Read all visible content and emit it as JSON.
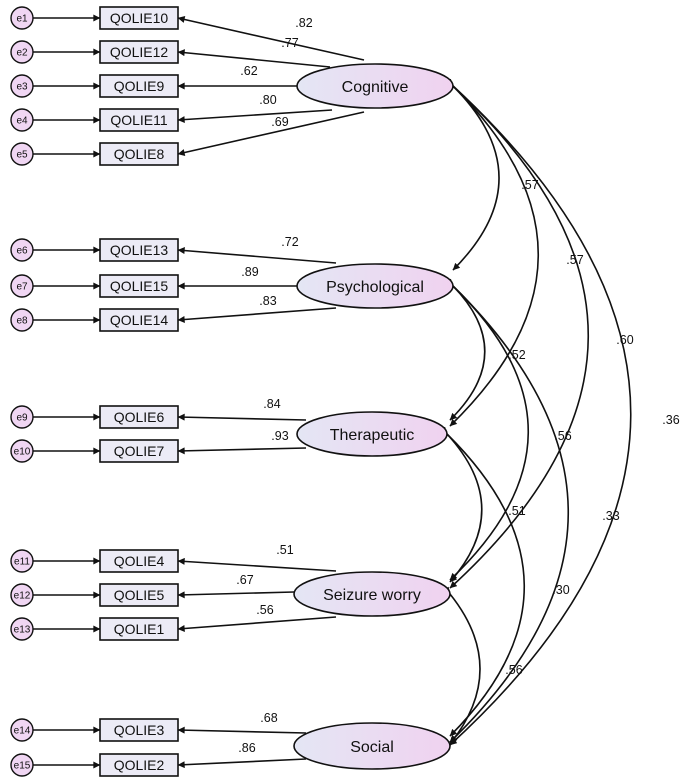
{
  "colors": {
    "error_fill": "#f0d6f3",
    "box_fill": "#ecebf6",
    "factor_fill_start": "#e4e6f4",
    "factor_fill_end": "#f0d2f0",
    "stroke": "#111111"
  },
  "errors": [
    "e1",
    "e2",
    "e3",
    "e4",
    "e5",
    "e6",
    "e7",
    "e8",
    "e9",
    "e10",
    "e11",
    "e12",
    "e13",
    "e14",
    "e15"
  ],
  "indicators": [
    "QOLIE10",
    "QOLIE12",
    "QOLIE9",
    "QOLIE11",
    "QOLIE8",
    "QOLIE13",
    "QOLIE15",
    "QOLIE14",
    "QOLIE6",
    "QOLIE7",
    "QOLIE4",
    "QOLIE5",
    "QOLIE1",
    "QOLIE3",
    "QOLIE2"
  ],
  "factors": [
    {
      "name": "Cognitive",
      "loadings": [
        {
          "indicator": "QOLIE10",
          "value": ".82"
        },
        {
          "indicator": "QOLIE12",
          "value": ".77"
        },
        {
          "indicator": "QOLIE9",
          "value": ".62"
        },
        {
          "indicator": "QOLIE11",
          "value": ".80"
        },
        {
          "indicator": "QOLIE8",
          "value": ".69"
        }
      ]
    },
    {
      "name": "Psychological",
      "loadings": [
        {
          "indicator": "QOLIE13",
          "value": ".72"
        },
        {
          "indicator": "QOLIE15",
          "value": ".89"
        },
        {
          "indicator": "QOLIE14",
          "value": ".83"
        }
      ]
    },
    {
      "name": "Therapeutic",
      "loadings": [
        {
          "indicator": "QOLIE6",
          "value": ".84"
        },
        {
          "indicator": "QOLIE7",
          "value": ".93"
        }
      ]
    },
    {
      "name": "Seizure worry",
      "loadings": [
        {
          "indicator": "QOLIE4",
          "value": ".51"
        },
        {
          "indicator": "QOLIE5",
          "value": ".67"
        },
        {
          "indicator": "QOLIE1",
          "value": ".56"
        }
      ]
    },
    {
      "name": "Social",
      "loadings": [
        {
          "indicator": "QOLIE3",
          "value": ".68"
        },
        {
          "indicator": "QOLIE2",
          "value": ".86"
        }
      ]
    }
  ],
  "correlations": [
    {
      "between": [
        "Cognitive",
        "Psychological"
      ],
      "value": ".57"
    },
    {
      "between": [
        "Cognitive",
        "Therapeutic"
      ],
      "value": ".57"
    },
    {
      "between": [
        "Cognitive",
        "Seizure worry"
      ],
      "value": ".60"
    },
    {
      "between": [
        "Cognitive",
        "Social"
      ],
      "value": ".36"
    },
    {
      "between": [
        "Psychological",
        "Therapeutic"
      ],
      "value": ".52"
    },
    {
      "between": [
        "Psychological",
        "Seizure worry"
      ],
      "value": ".56"
    },
    {
      "between": [
        "Psychological",
        "Social"
      ],
      "value": ".33"
    },
    {
      "between": [
        "Therapeutic",
        "Seizure worry"
      ],
      "value": ".51"
    },
    {
      "between": [
        "Therapeutic",
        "Social"
      ],
      "value": ".30"
    },
    {
      "between": [
        "Seizure worry",
        "Social"
      ],
      "value": ".56"
    }
  ]
}
